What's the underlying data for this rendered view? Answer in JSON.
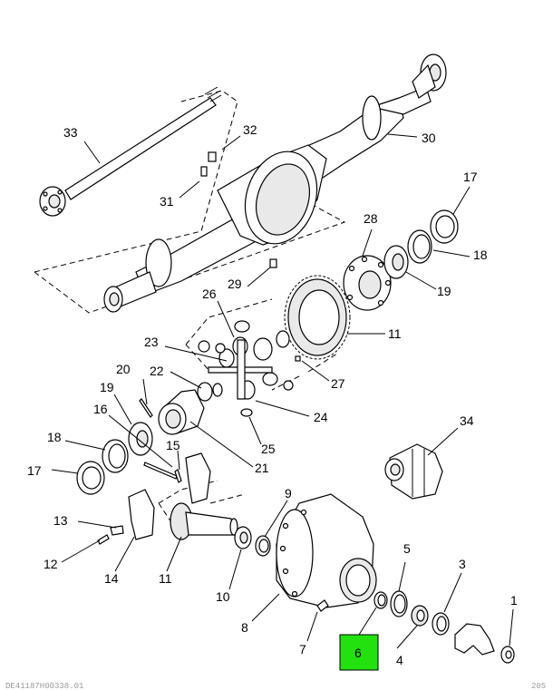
{
  "highlight": {
    "part": "6",
    "color": "#22e10f"
  },
  "callouts": {
    "c1": "1",
    "c3": "3",
    "c4": "4",
    "c5": "5",
    "c6": "6",
    "c7": "7",
    "c8": "8",
    "c9": "9",
    "c10": "10",
    "c11a": "11",
    "c11b": "11",
    "c12": "12",
    "c13": "13",
    "c14": "14",
    "c15": "15",
    "c16": "16",
    "c17a": "17",
    "c17b": "17",
    "c18a": "18",
    "c18b": "18",
    "c19a": "19",
    "c19b": "19",
    "c20": "20",
    "c21": "21",
    "c22": "22",
    "c23": "23",
    "c24": "24",
    "c25": "25",
    "c26": "26",
    "c27": "27",
    "c28": "28",
    "c29": "29",
    "c30": "30",
    "c31": "31",
    "c32": "32",
    "c33": "33",
    "c34": "34"
  },
  "footer": {
    "left": "DE41187H00338.01",
    "right": "205"
  }
}
